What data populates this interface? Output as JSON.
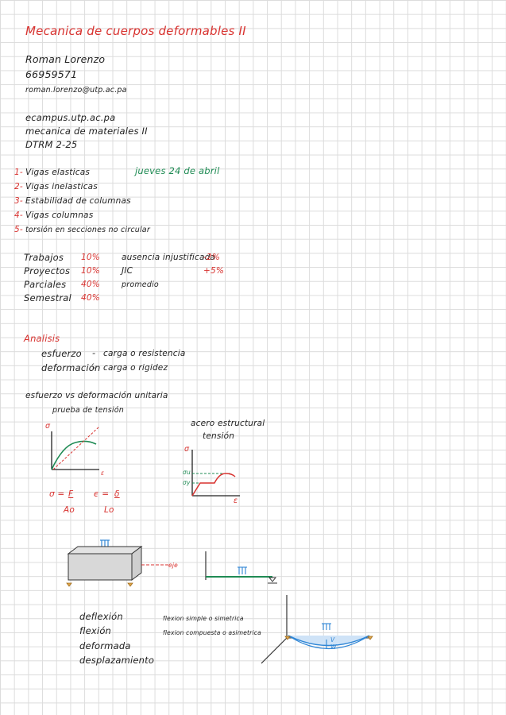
{
  "page": {
    "title": "Mecanica de cuerpos deformables II",
    "student_name": "Roman Lorenzo",
    "student_id": "66959571",
    "email": "roman.lorenzo@utp.ac.pa",
    "platform": "ecampus.utp.ac.pa",
    "course": "mecanica de materiales II",
    "group": "DTRM 2-25",
    "date_note": "jueves 24 de abril"
  },
  "topics": [
    {
      "num": "1-",
      "text": "Vigas elasticas"
    },
    {
      "num": "2-",
      "text": "Vigas inelasticas"
    },
    {
      "num": "3-",
      "text": "Estabilidad de columnas"
    },
    {
      "num": "4-",
      "text": "Vigas columnas"
    },
    {
      "num": "5-",
      "text": "torsión en secciones no circular"
    }
  ],
  "grading": [
    {
      "label": "Trabajos",
      "pct": "10%"
    },
    {
      "label": "Proyectos",
      "pct": "10%"
    },
    {
      "label": "Parciales",
      "pct": "40%"
    },
    {
      "label": "Semestral",
      "pct": "40%"
    }
  ],
  "grading_extra": [
    {
      "label": "ausencia injustificada",
      "value": "-2%"
    },
    {
      "label": "JIC",
      "value": "+5%"
    },
    {
      "label": "promedio",
      "value": ""
    }
  ],
  "analysis": {
    "heading": "Analisis",
    "rows": [
      {
        "term": "esfuerzo",
        "dash": "-",
        "desc": "carga o resistencia"
      },
      {
        "term": "deformación",
        "dash": "-",
        "desc": "carga o rigidez"
      }
    ],
    "subheading": "esfuerzo vs deformación unitaria",
    "test": "prueba de tensión",
    "sigma_label": "σ",
    "eps_label": "ε",
    "formula_sigma_lhs": "σ = ",
    "formula_sigma_num": "F",
    "formula_sigma_den": "Ao",
    "formula_eps_lhs": "ϵ = ",
    "formula_eps_num": "δ",
    "formula_eps_den": "Lo",
    "steel_title": "acero estructural",
    "steel_sub": "tensión",
    "sigma_u": "σu",
    "sigma_y": "σy",
    "axis_note": "eje"
  },
  "bending": {
    "terms": [
      "deflexión",
      "flexión",
      "deformada",
      "desplazamiento"
    ],
    "note_simple": "flexion simple o simetrica",
    "note_compound": "flexion compuesta o asimetrica",
    "v_label": "V",
    "w_label": "W"
  },
  "colors": {
    "red": "#d8322f",
    "green": "#1f8b54",
    "blue": "#2f86d6",
    "ink": "#222222"
  }
}
